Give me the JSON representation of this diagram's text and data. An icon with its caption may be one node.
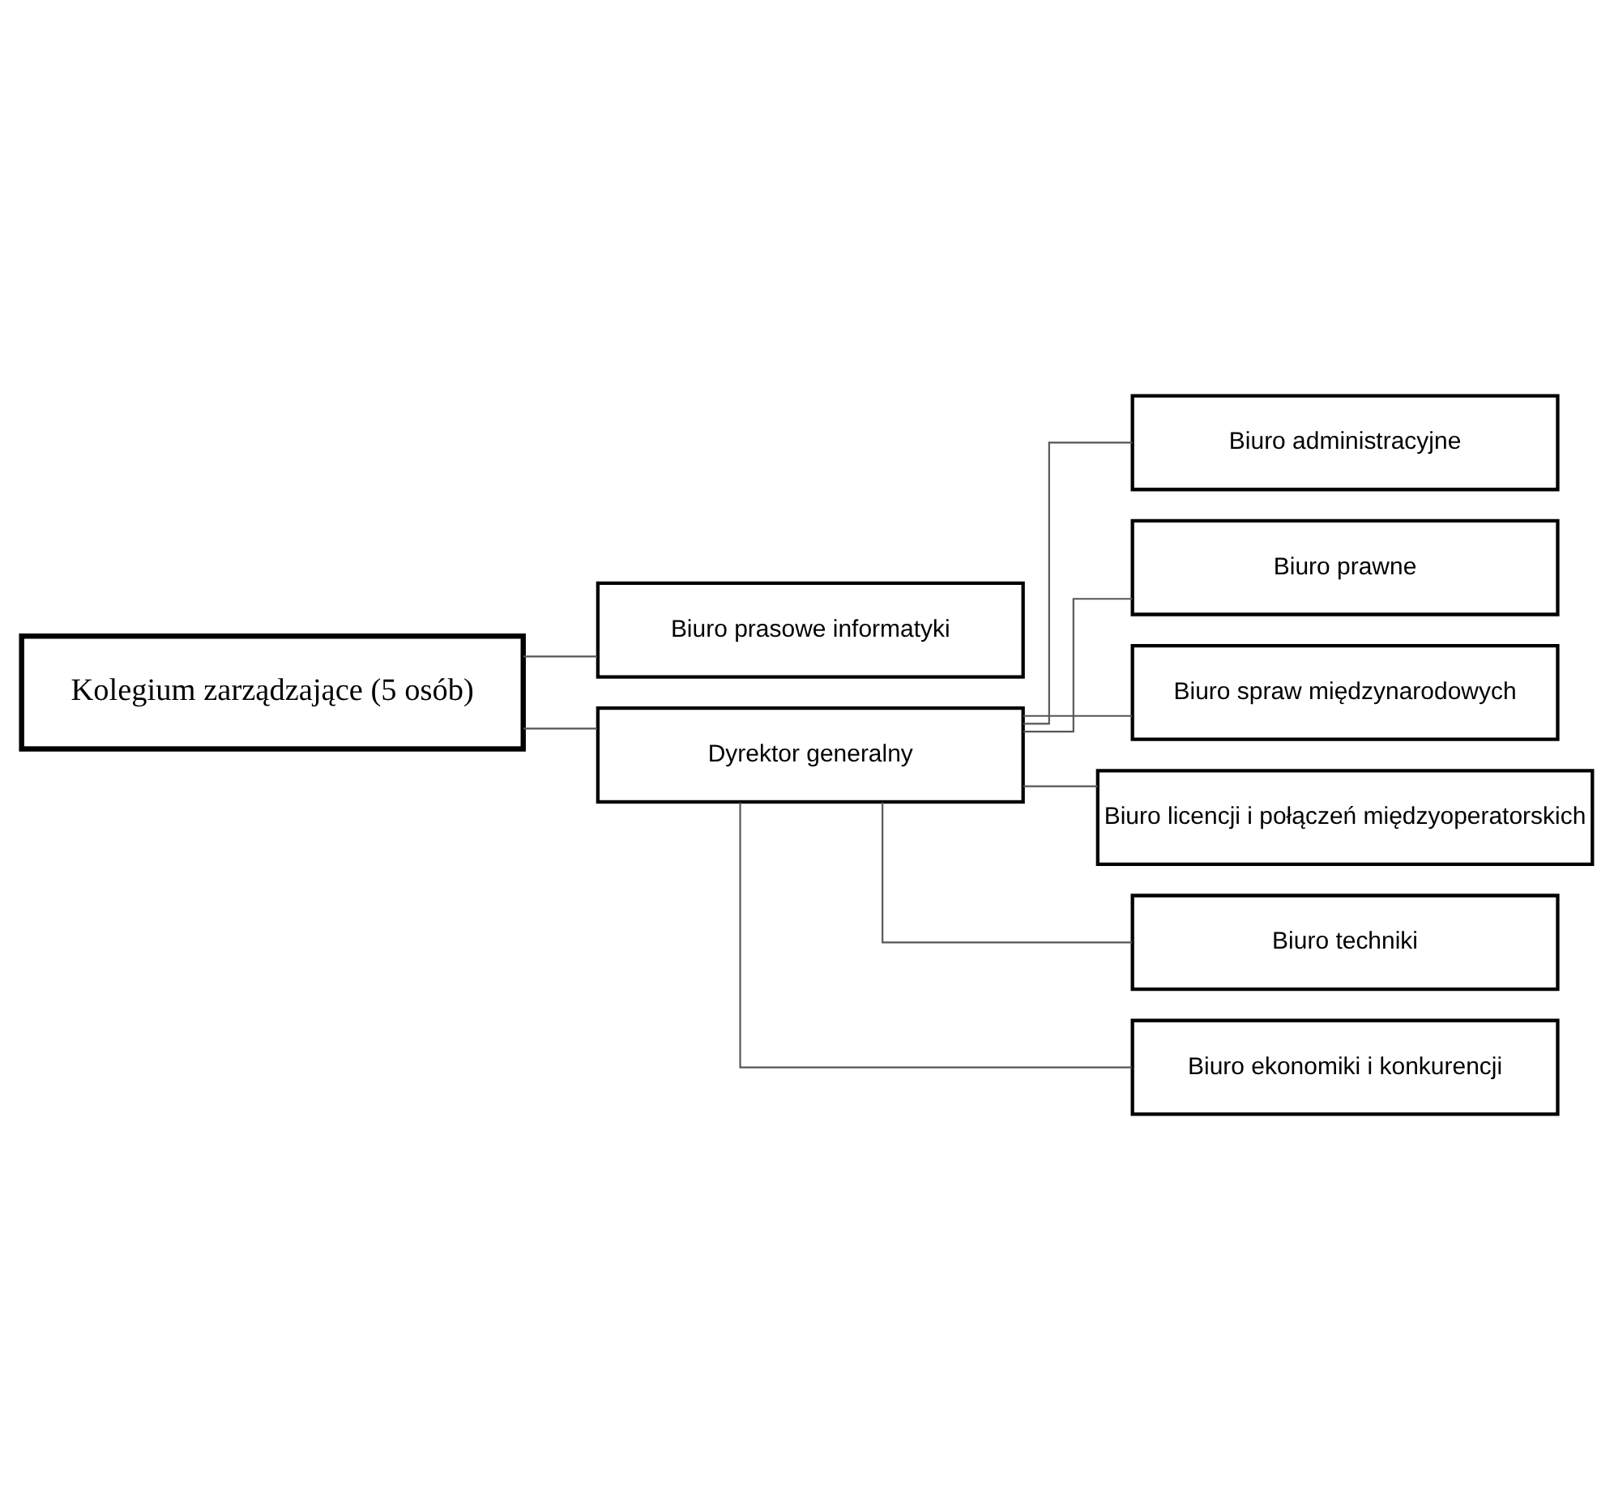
{
  "diagram": {
    "nodes": [
      {
        "text": [
          "Kolegium zarządzające (5 osób)"
        ]
      },
      {
        "text": [
          "Biuro prasowe informatyki"
        ]
      },
      {
        "text": [
          "Dyrektor generalny"
        ]
      },
      {
        "text": [
          "Biuro administracyjne"
        ]
      },
      {
        "text": [
          "Biuro prawne"
        ]
      },
      {
        "text": [
          "Biuro spraw międzynarodowych"
        ]
      },
      {
        "text": [
          "Biuro licencji i połączeń międzyoperatorskich"
        ]
      },
      {
        "text": [
          "Biuro techniki"
        ]
      },
      {
        "text": [
          "Biuro ekonomiki i konkurencji"
        ]
      }
    ],
    "edges": [
      {
        "from": 0,
        "to": 1,
        "arrow": "none"
      },
      {
        "from": 0,
        "to": 2,
        "arrow": "none"
      },
      {
        "from": 2,
        "to": 3,
        "arrow": "none"
      },
      {
        "from": 2,
        "to": 4,
        "arrow": "none"
      },
      {
        "from": 2,
        "to": 5,
        "arrow": "none"
      },
      {
        "from": 2,
        "to": 6,
        "arrow": "none"
      },
      {
        "from": 2,
        "to": 7,
        "arrow": "none"
      },
      {
        "from": 2,
        "to": 8,
        "arrow": "none"
      }
    ]
  }
}
